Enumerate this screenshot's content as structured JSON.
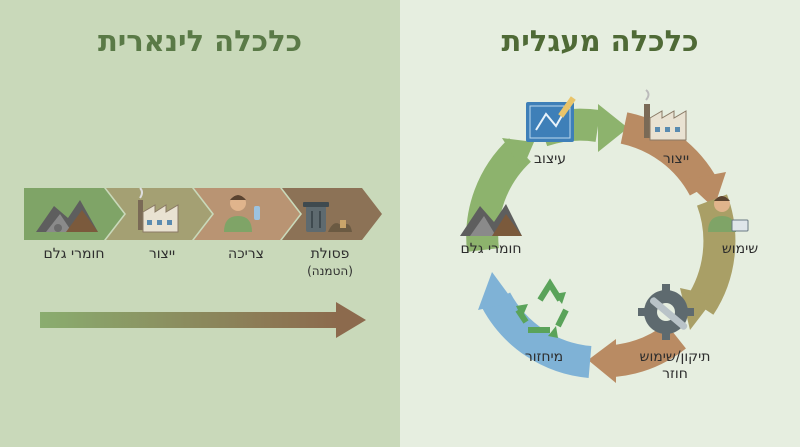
{
  "linear": {
    "title": "כלכלה לינארית",
    "stages": [
      {
        "label": "חומרי גלם",
        "icon": "raw-materials-icon",
        "color": "#7fa467"
      },
      {
        "label": "ייצור",
        "icon": "factory-icon",
        "color": "#a4a073"
      },
      {
        "label": "צריכה",
        "icon": "consumer-icon",
        "color": "#b99473"
      },
      {
        "label": "פסולת",
        "sublabel": "(הטמנה)",
        "icon": "trash-icon",
        "color": "#8c7256"
      }
    ]
  },
  "circular": {
    "title": "כלכלה מעגלית",
    "stages": [
      {
        "label": "עיצוב",
        "icon": "blueprint-icon"
      },
      {
        "label": "ייצור",
        "icon": "factory-icon"
      },
      {
        "label": "שימוש",
        "icon": "user-laptop-icon"
      },
      {
        "label": "תיקון/שימוש",
        "label2": "חוזר",
        "icon": "repair-icon"
      },
      {
        "label": "מיחזור",
        "icon": "recycle-icon"
      },
      {
        "label": "חומרי גלם",
        "icon": "raw-materials-icon"
      }
    ]
  },
  "colors": {
    "linear_bg": "#c9d9ba",
    "circular_bg": "#e6eee0",
    "arrow_green": "#8db36d",
    "arrow_brown": "#b98b63",
    "arrow_olive": "#a99f66",
    "arrow_blue": "#7fb2d6"
  }
}
